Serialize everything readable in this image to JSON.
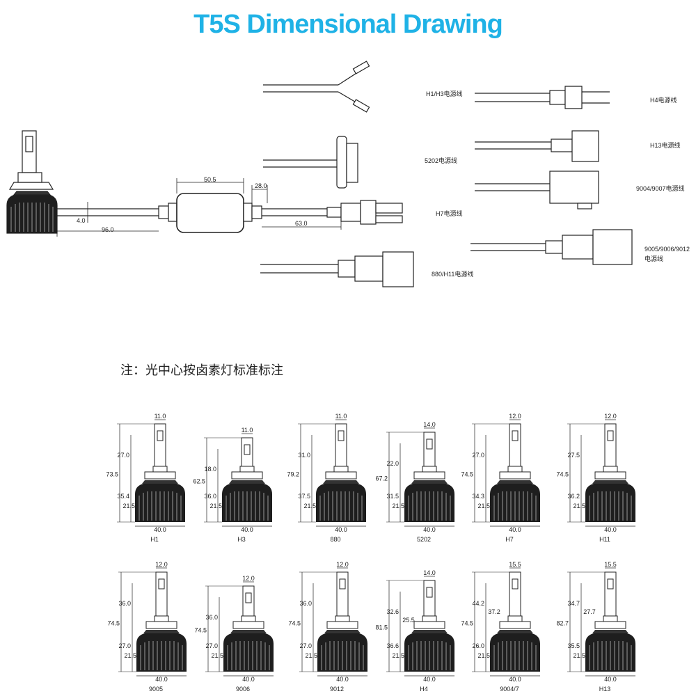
{
  "title": "T5S  Dimensional Drawing",
  "title_color": "#1fb2e6",
  "note": "注：光中心按卤素灯标准标注",
  "wiring": {
    "dims": {
      "a": "50.5",
      "b": "28.0",
      "c": "4.0",
      "d": "96.0",
      "e": "63.0"
    },
    "labels": {
      "h1h3": "H1/H3电源线",
      "h4": "H4电源线",
      "h13": "H13电源线",
      "p5202": "5202电源线",
      "p9004": "9004/9007电源线",
      "h7": "H7电源线",
      "p9005_1": "9005/9006/9012",
      "p9005_2": "电源线",
      "p880": "880/H11电源线"
    }
  },
  "bulbs": [
    {
      "name": "H1",
      "top": "11.0",
      "led": "27.0",
      "total": "73.5",
      "base": "35.4",
      "bottom": "21.5",
      "width": "40.0"
    },
    {
      "name": "H3",
      "top": "11.0",
      "led": "18.0",
      "total": "62.5",
      "base": "36.0",
      "bottom": "21.5",
      "width": "40.0"
    },
    {
      "name": "880",
      "top": "11.0",
      "led": "31.0",
      "total": "79.2",
      "base": "37.5",
      "bottom": "21.5",
      "width": "40.0"
    },
    {
      "name": "5202",
      "top": "14.0",
      "led": "22.0",
      "total": "67.2",
      "base": "31.5",
      "bottom": "21.5",
      "width": "40.0"
    },
    {
      "name": "H7",
      "top": "12.0",
      "led": "27.0",
      "total": "74.5",
      "base": "34.3",
      "bottom": "21.5",
      "width": "40.0"
    },
    {
      "name": "H11",
      "top": "12.0",
      "led": "27.5",
      "total": "74.5",
      "base": "36.2",
      "bottom": "21.5",
      "width": "40.0"
    },
    {
      "name": "9005",
      "top": "12.0",
      "led": "36.0",
      "total": "74.5",
      "base": "27.0",
      "bottom": "21.5",
      "width": "40.0"
    },
    {
      "name": "9006",
      "top": "12.0",
      "led": "36.0",
      "total": "74.5",
      "base": "27.0",
      "bottom": "21.5",
      "width": "40.0"
    },
    {
      "name": "9012",
      "top": "12.0",
      "led": "36.0",
      "total": "74.5",
      "base": "27.0",
      "bottom": "21.5",
      "width": "40.0"
    },
    {
      "name": "H4",
      "top": "14.0",
      "led": "32.6",
      "led2": "25.5",
      "total": "81.5",
      "base": "36.6",
      "bottom": "21.5",
      "width": "40.0"
    },
    {
      "name": "9004/7",
      "top": "15.5",
      "led": "44.2",
      "led2": "37.2",
      "total": "74.5",
      "base": "26.0",
      "bottom": "21.5",
      "width": "40.0"
    },
    {
      "name": "H13",
      "top": "15.5",
      "led": "34.7",
      "led2": "27.7",
      "total": "82.7",
      "base": "35.5",
      "bottom": "21.5",
      "width": "40.0"
    }
  ]
}
